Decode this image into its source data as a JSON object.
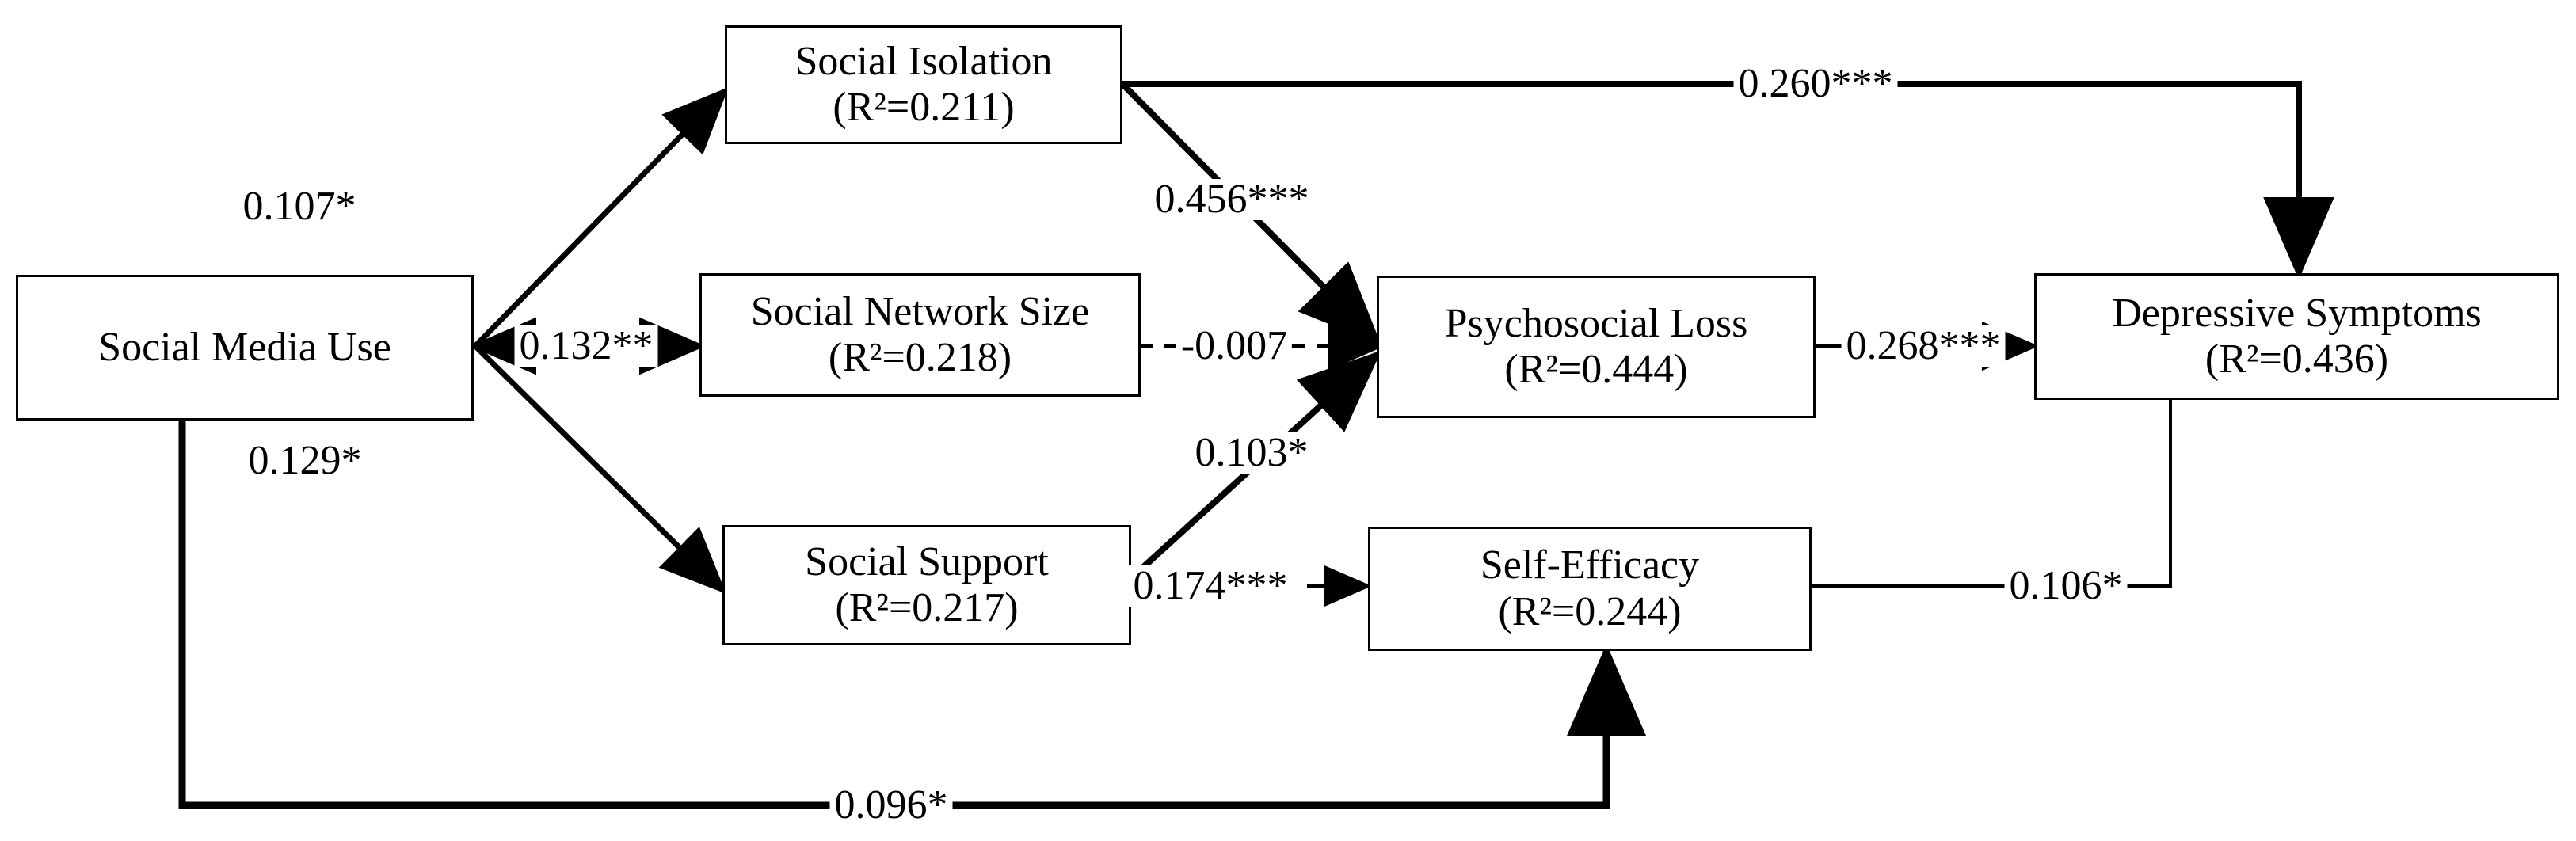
{
  "diagram": {
    "title": "Structural path model of social media use and depressive symptoms",
    "type": "path-diagram",
    "background_color": "#ffffff",
    "line_color": "#000000",
    "nodes": [
      {
        "id": "social_media_use",
        "label": "Social Media Use",
        "r2_text": "",
        "has_r2": false
      },
      {
        "id": "social_isolation",
        "label": "Social Isolation",
        "r2_text": "(R²=0.211)",
        "has_r2": true,
        "r2_value": 0.211
      },
      {
        "id": "social_network_size",
        "label": "Social Network Size",
        "r2_text": "(R²=0.218)",
        "has_r2": true,
        "r2_value": 0.218
      },
      {
        "id": "social_support",
        "label": "Social Support",
        "r2_text": "(R²=0.217)",
        "has_r2": true,
        "r2_value": 0.217
      },
      {
        "id": "psychosocial_loss",
        "label": "Psychosocial Loss",
        "r2_text": "(R²=0.444)",
        "has_r2": true,
        "r2_value": 0.444
      },
      {
        "id": "self_efficacy",
        "label": "Self-Efficacy",
        "r2_text": "(R²=0.244)",
        "has_r2": true,
        "r2_value": 0.244
      },
      {
        "id": "depressive_symptoms",
        "label": "Depressive Symptoms",
        "r2_text": "(R²=0.436)",
        "has_r2": true,
        "r2_value": 0.436
      }
    ],
    "edges": [
      {
        "id": "smu_si",
        "from": "social_media_use",
        "to": "social_isolation",
        "label": "0.107*",
        "coefficient": 0.107,
        "significance": "*",
        "style": "solid"
      },
      {
        "id": "smu_sns",
        "from": "social_media_use",
        "to": "social_network_size",
        "label": "0.132**",
        "coefficient": 0.132,
        "significance": "**",
        "style": "solid"
      },
      {
        "id": "smu_ss",
        "from": "social_media_use",
        "to": "social_support",
        "label": "0.129*",
        "coefficient": 0.129,
        "significance": "*",
        "style": "solid"
      },
      {
        "id": "si_pl",
        "from": "social_isolation",
        "to": "psychosocial_loss",
        "label": "0.456***",
        "coefficient": 0.456,
        "significance": "***",
        "style": "solid"
      },
      {
        "id": "sns_pl",
        "from": "social_network_size",
        "to": "psychosocial_loss",
        "label": "-0.007",
        "coefficient": -0.007,
        "significance": "",
        "style": "dashed"
      },
      {
        "id": "ss_pl",
        "from": "social_support",
        "to": "psychosocial_loss",
        "label": "0.103*",
        "coefficient": 0.103,
        "significance": "*",
        "style": "solid"
      },
      {
        "id": "ss_se",
        "from": "social_support",
        "to": "self_efficacy",
        "label": "0.174***",
        "coefficient": 0.174,
        "significance": "***",
        "style": "solid"
      },
      {
        "id": "si_ds",
        "from": "social_isolation",
        "to": "depressive_symptoms",
        "label": "0.260***",
        "coefficient": 0.26,
        "significance": "***",
        "style": "solid"
      },
      {
        "id": "pl_ds",
        "from": "psychosocial_loss",
        "to": "depressive_symptoms",
        "label": "0.268***",
        "coefficient": 0.268,
        "significance": "***",
        "style": "solid"
      },
      {
        "id": "se_ds",
        "from": "self_efficacy",
        "to": "depressive_symptoms",
        "label": "0.106*",
        "coefficient": 0.106,
        "significance": "*",
        "style": "solid"
      },
      {
        "id": "smu_se",
        "from": "social_media_use",
        "to": "self_efficacy",
        "label": "0.096*",
        "coefficient": 0.096,
        "significance": "*",
        "style": "solid"
      }
    ]
  }
}
